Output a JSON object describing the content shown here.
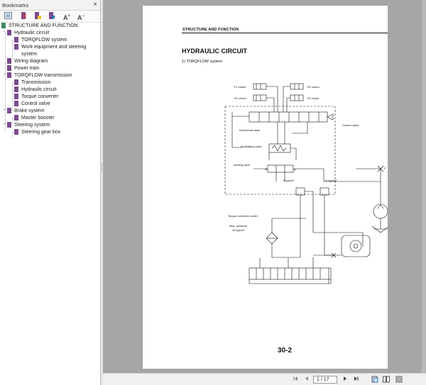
{
  "bookmarks_panel": {
    "title": "Bookmarks",
    "close_icon": "×",
    "items": [
      {
        "label": "STRUCTURE AND FUNCTION",
        "level": 0
      },
      {
        "label": "Hydraulic circuit",
        "level": 0
      },
      {
        "label": "TORQFLOW system",
        "level": 1
      },
      {
        "label": "Work equipment and steering",
        "level": 1
      },
      {
        "label": "system",
        "level": 1
      },
      {
        "label": "Wiring diagram",
        "level": 0
      },
      {
        "label": "Power train",
        "level": 0
      },
      {
        "label": "TORQFLOW transmission",
        "level": 0
      },
      {
        "label": "Transmission",
        "level": 1
      },
      {
        "label": "Hydraulic circuit",
        "level": 1
      },
      {
        "label": "Torque converter",
        "level": 1
      },
      {
        "label": "Control valve",
        "level": 1
      },
      {
        "label": "Brake system",
        "level": 0
      },
      {
        "label": "Master booster",
        "level": 1
      },
      {
        "label": "Steering system",
        "level": 0
      },
      {
        "label": "Steering gear box",
        "level": 1
      }
    ],
    "toolbar_icons": [
      "options-icon",
      "delete-icon",
      "new-bookmark-icon",
      "expand-icon",
      "increase-text-icon",
      "decrease-text-icon"
    ]
  },
  "page": {
    "header": "STRUCTURE AND FUNCTION",
    "heading": "HYDRAULIC CIRCUIT",
    "subheading": "1)   TORQFLOW system",
    "number": "30-2",
    "labels": {
      "f1": "F1 clutch",
      "r1": "R1 clutch",
      "r2": "R2 clutch",
      "f2": "F2 clutch",
      "directional": "Directional valve",
      "modulating": "Modulating valve",
      "inching": "Inching valve",
      "control_valve": "Control valve",
      "pressure1": "5 kg/cm²",
      "pressure2": "12 kg/cm²",
      "cooler": "Torque converter cooler",
      "cooler2": "Max. pressure",
      "cooler3": "10 kg/cm²",
      "tag_f": "F",
      "tag_m": "M",
      "tag_r": "R"
    }
  },
  "navbar": {
    "page_field": "1 / 17"
  }
}
